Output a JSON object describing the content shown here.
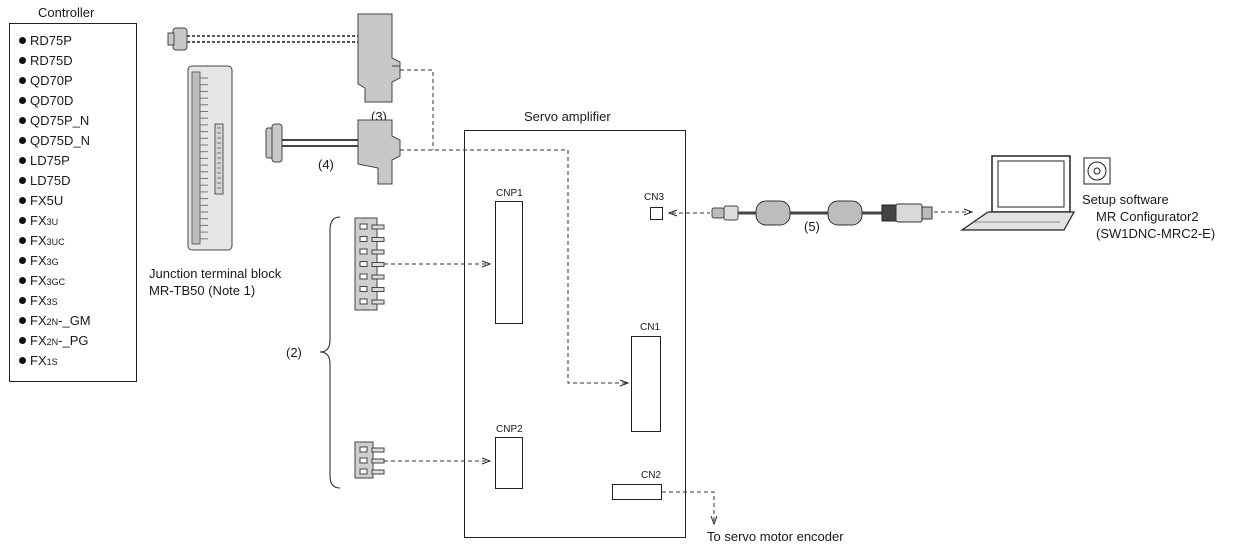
{
  "controller": {
    "title": "Controller",
    "items": [
      {
        "main": "RD75P",
        "sub": "",
        "tail": ""
      },
      {
        "main": "RD75D",
        "sub": "",
        "tail": ""
      },
      {
        "main": "QD70P",
        "sub": "",
        "tail": ""
      },
      {
        "main": "QD70D",
        "sub": "",
        "tail": ""
      },
      {
        "main": "QD75P_N",
        "sub": "",
        "tail": ""
      },
      {
        "main": "QD75D_N",
        "sub": "",
        "tail": ""
      },
      {
        "main": "LD75P",
        "sub": "",
        "tail": ""
      },
      {
        "main": "LD75D",
        "sub": "",
        "tail": ""
      },
      {
        "main": "FX5U",
        "sub": "",
        "tail": ""
      },
      {
        "main": "FX",
        "sub": "3U",
        "tail": ""
      },
      {
        "main": "FX",
        "sub": "3UC",
        "tail": ""
      },
      {
        "main": "FX",
        "sub": "3G",
        "tail": ""
      },
      {
        "main": "FX",
        "sub": "3GC",
        "tail": ""
      },
      {
        "main": "FX",
        "sub": "3S",
        "tail": ""
      },
      {
        "main": "FX",
        "sub": "2N",
        "tail": "-_GM"
      },
      {
        "main": "FX",
        "sub": "2N",
        "tail": "-_PG"
      },
      {
        "main": "FX",
        "sub": "1S",
        "tail": ""
      }
    ]
  },
  "junction": {
    "line1": "Junction terminal block",
    "line2": "MR-TB50 (Note 1)"
  },
  "labels": {
    "cable3": "(3)",
    "cable4": "(4)",
    "cable2": "(2)",
    "cable5": "(5)"
  },
  "servo": {
    "title": "Servo amplifier",
    "cnp1": "CNP1",
    "cnp2": "CNP2",
    "cn1": "CN1",
    "cn2": "CN2",
    "cn3": "CN3",
    "encoder": "To servo motor encoder"
  },
  "software": {
    "line1": "Setup software",
    "line2": "MR Configurator2",
    "line3": "(SW1DNC-MRC2-E)"
  }
}
